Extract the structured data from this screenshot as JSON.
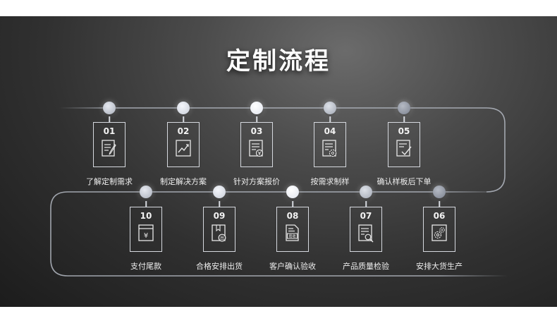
{
  "title": "定制流程",
  "colors": {
    "panel_dark": "#1c1c1c",
    "panel_light": "#6b6b6b",
    "line": "#aeb3bc",
    "dot_bright": "#ffffff"
  },
  "steps": [
    {
      "num": "01",
      "label": "了解定制需求",
      "icon": "note-pen-icon"
    },
    {
      "num": "02",
      "label": "制定解决方案",
      "icon": "trend-chart-icon"
    },
    {
      "num": "03",
      "label": "针对方案报价",
      "icon": "quote-document-icon"
    },
    {
      "num": "04",
      "label": "按需求制样",
      "icon": "sample-gear-document-icon"
    },
    {
      "num": "05",
      "label": "确认样板后下单",
      "icon": "checked-document-icon"
    },
    {
      "num": "06",
      "label": "安排大货生产",
      "icon": "production-gears-icon"
    },
    {
      "num": "07",
      "label": "产品质量检验",
      "icon": "inspection-magnifier-icon"
    },
    {
      "num": "08",
      "label": "客户确认验收",
      "icon": "acceptance-document-icon",
      "icon_text": "验收"
    },
    {
      "num": "09",
      "label": "合格安排出货",
      "icon": "shipping-stamp-icon",
      "icon_text": "出"
    },
    {
      "num": "10",
      "label": "支付尾款",
      "icon": "yuan-payment-icon",
      "icon_text": "¥"
    }
  ]
}
